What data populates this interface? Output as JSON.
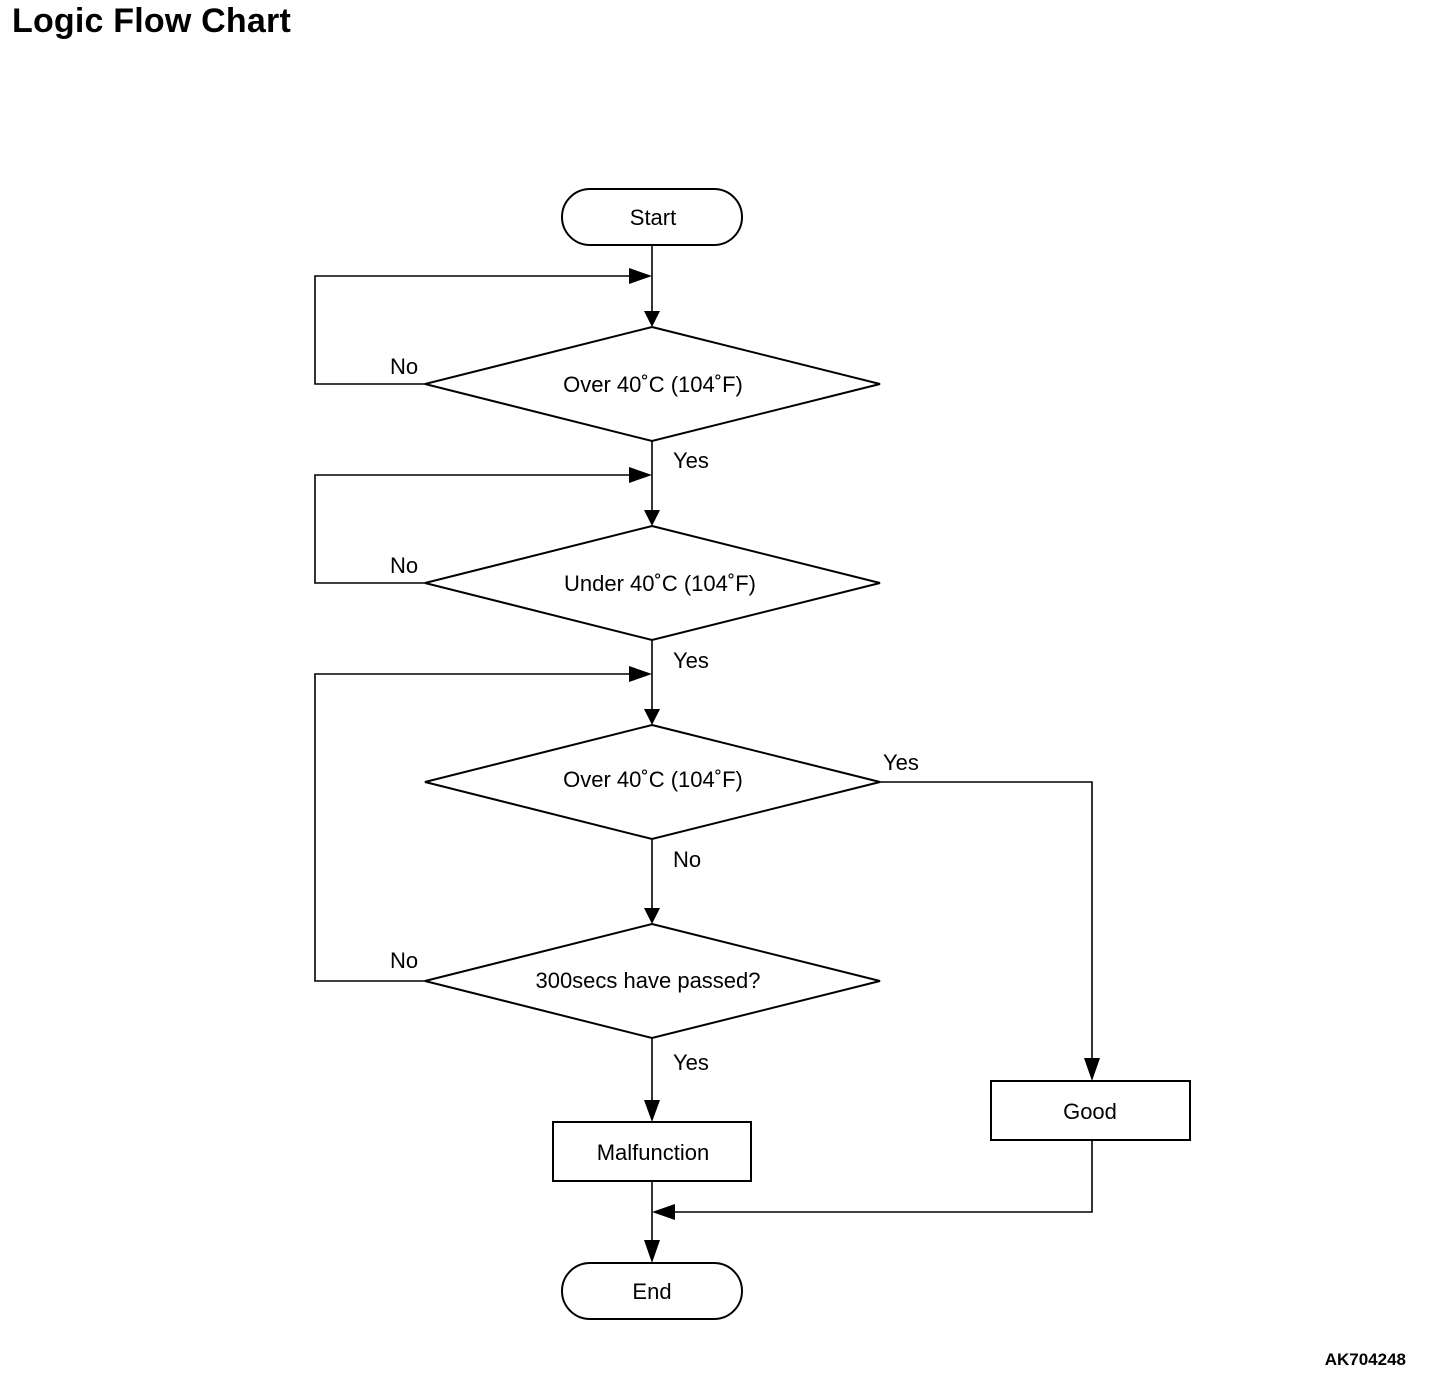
{
  "title": "Logic Flow Chart",
  "figure_code": "AK704248",
  "nodes": {
    "start": "Start",
    "check_over_1": "Over 40˚C (104˚F)",
    "check_under": "Under 40˚C (104˚F)",
    "check_over_2": "Over 40˚C (104˚F)",
    "check_time": "300secs have passed?",
    "malfunction": "Malfunction",
    "good": "Good",
    "end": "End"
  },
  "labels": {
    "yes": "Yes",
    "no": "No"
  },
  "edges": [
    {
      "from": "start",
      "to": "check_over_1"
    },
    {
      "from": "check_over_1",
      "to": "check_over_1",
      "label": "No"
    },
    {
      "from": "check_over_1",
      "to": "check_under",
      "label": "Yes"
    },
    {
      "from": "check_under",
      "to": "check_under",
      "label": "No"
    },
    {
      "from": "check_under",
      "to": "check_over_2",
      "label": "Yes"
    },
    {
      "from": "check_over_2",
      "to": "good",
      "label": "Yes"
    },
    {
      "from": "check_over_2",
      "to": "check_time",
      "label": "No"
    },
    {
      "from": "check_time",
      "to": "check_over_2",
      "label": "No"
    },
    {
      "from": "check_time",
      "to": "malfunction",
      "label": "Yes"
    },
    {
      "from": "malfunction",
      "to": "end"
    },
    {
      "from": "good",
      "to": "end"
    }
  ]
}
